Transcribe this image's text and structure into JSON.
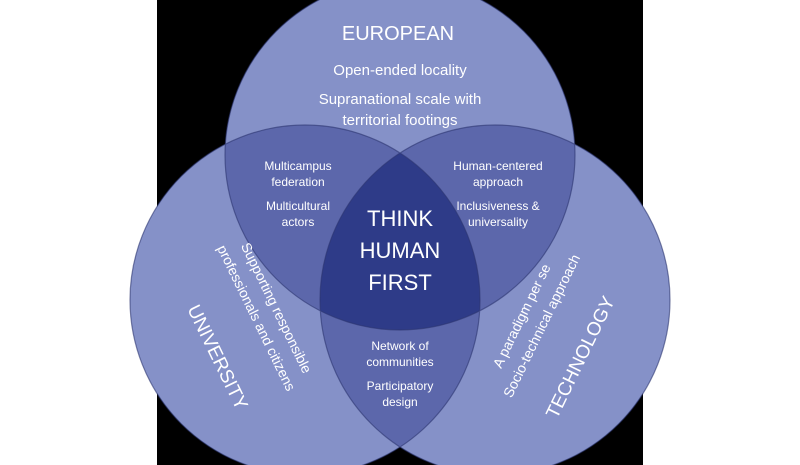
{
  "colors": {
    "background_panel": "#000000",
    "circle_outer": "#8591c8",
    "circle_overlap": "#5c67ab",
    "center": "#2e3b88",
    "text": "#ffffff"
  },
  "top_circle": {
    "title": "EUROPEAN",
    "line1": "Open-ended locality",
    "line2a": "Supranational scale with",
    "line2b": "territorial footings"
  },
  "left_circle": {
    "title": "UNIVERSITY",
    "line1": "Supporting responsible",
    "line2": "professionals and citizens"
  },
  "right_circle": {
    "title": "TECHNOLOGY",
    "line1": "A paradigm per se",
    "line2": "Socio-technical approach"
  },
  "overlap_top_left": {
    "item1a": "Multicampus",
    "item1b": "federation",
    "item2a": "Multicultural",
    "item2b": "actors"
  },
  "overlap_top_right": {
    "item1a": "Human-centered",
    "item1b": "approach",
    "item2a": "Inclusiveness &",
    "item2b": "universality"
  },
  "overlap_bottom": {
    "item1a": "Network of",
    "item1b": "communities",
    "item2a": "Participatory",
    "item2b": "design"
  },
  "center": {
    "line1": "THINK",
    "line2": "HUMAN",
    "line3": "FIRST"
  }
}
